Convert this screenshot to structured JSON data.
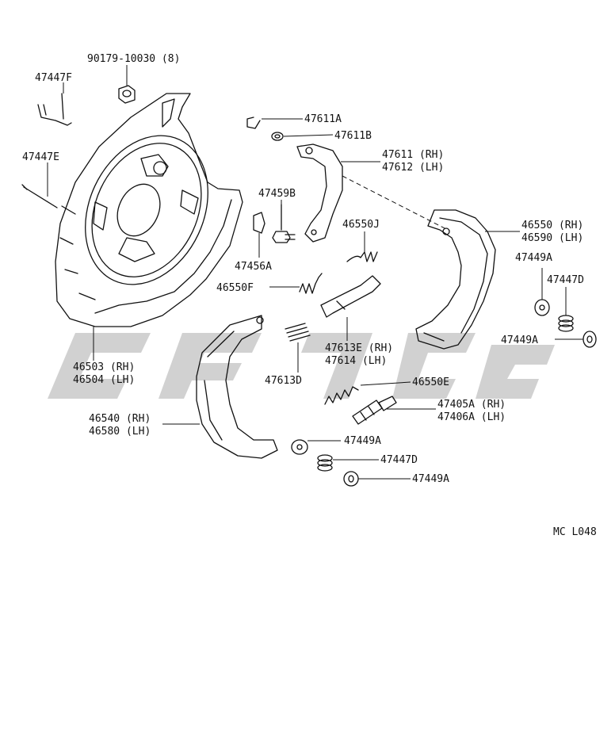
{
  "diagram_code": "MC L048",
  "parts": {
    "p90179": "90179-10030 (8)",
    "p47447F": "47447F",
    "p47447E": "47447E",
    "p46503": "46503 (RH)",
    "p46504": "46504 (LH)",
    "p47611A": "47611A",
    "p47611B": "47611B",
    "p47611": "47611 (RH)",
    "p47612": "47612 (LH)",
    "p47459B": "47459B",
    "p47456A": "47456A",
    "p46550J": "46550J",
    "p46550F": "46550F",
    "p46550": "46550 (RH)",
    "p46590": "46590 (LH)",
    "p47449A_1": "47449A",
    "p47447D_1": "47447D",
    "p47449A_2": "47449A",
    "p47613E": "47613E (RH)",
    "p47614": "47614  (LH)",
    "p47613D": "47613D",
    "p46550E": "46550E",
    "p47405A": "47405A (RH)",
    "p47406A": "47406A (LH)",
    "p46540": "46540 (RH)",
    "p46580": "46580 (LH)",
    "p47449A_3": "47449A",
    "p47447D_2": "47447D",
    "p47449A_4": "47449A"
  }
}
